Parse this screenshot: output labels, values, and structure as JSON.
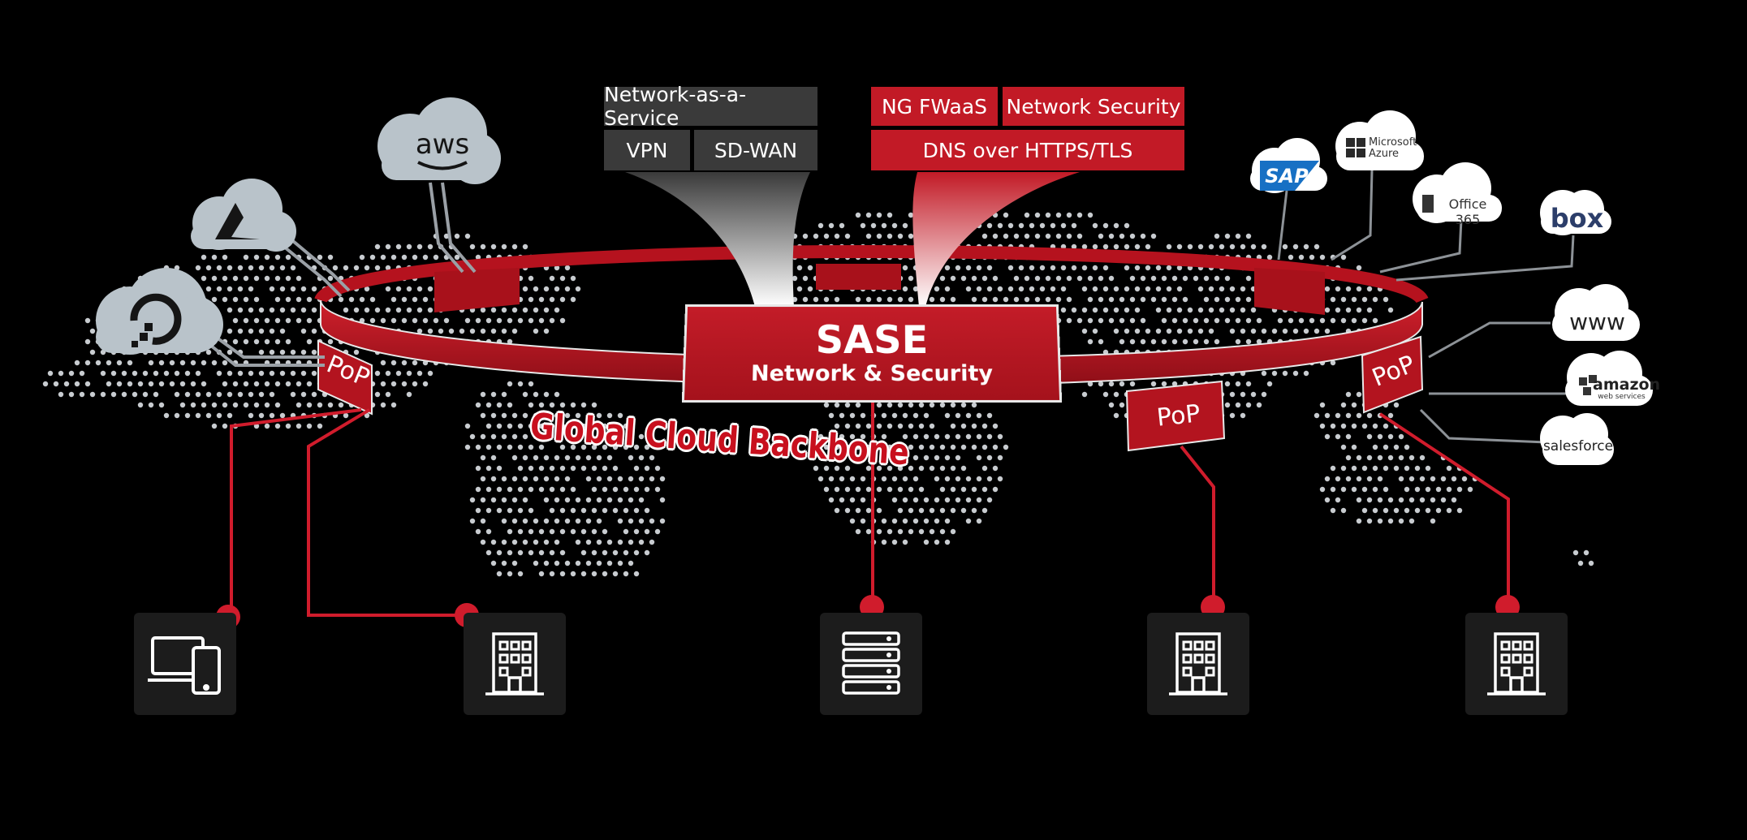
{
  "colors": {
    "accent_red": "#c21a26",
    "box_gray": "#3a3a3a",
    "map_dots": "#c8ccd0",
    "cloud_gray": "#b9c3ca"
  },
  "service_boxes": {
    "naas": "Network-as-a-Service",
    "vpn": "VPN",
    "sdwan": "SD-WAN",
    "ngfwaas": "NG FWaaS",
    "netsec": "Network Security",
    "dns": "DNS over HTTPS/TLS"
  },
  "sase": {
    "title": "SASE",
    "subtitle": "Network & Security"
  },
  "ring_label": "Global Cloud Backbone",
  "pop_label": "PoP",
  "left_clouds": {
    "aws": "aws"
  },
  "right_clouds": {
    "sap": "SAP",
    "azure": "Microsoft Azure",
    "office": "Office 365",
    "box": "box",
    "www": "www",
    "amazon": "amazon",
    "amazon_sub": "web services",
    "salesforce": "salesforce"
  },
  "icons": {
    "left_clouds": [
      "azure-logo-icon",
      "digitalocean-logo-icon"
    ],
    "devices": [
      "laptop-tablet-icon",
      "building-icon",
      "server-rack-icon",
      "building-icon",
      "building-icon"
    ]
  }
}
